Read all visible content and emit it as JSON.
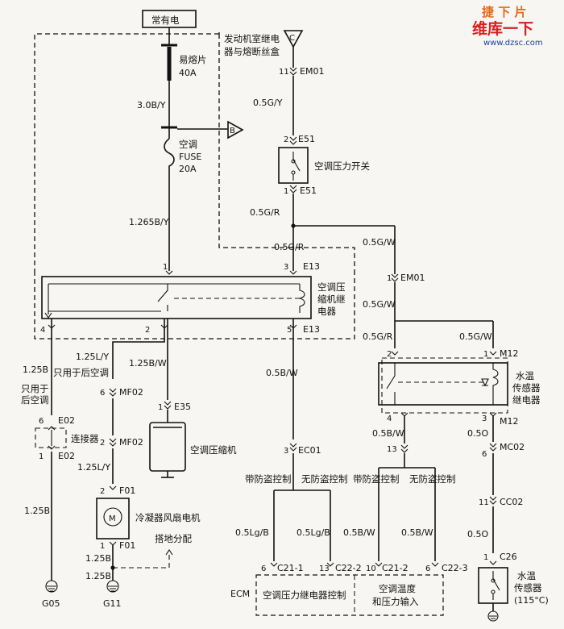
{
  "watermark": {
    "line1": "捷 下 片",
    "line2": "维库一下",
    "url": "www.dzsc.com"
  },
  "power": {
    "always_on": "常有电"
  },
  "fusebox": {
    "line1": "发动机室继电",
    "line2": "器与熔断丝盒"
  },
  "connectors": {
    "C": "C",
    "B": "B"
  },
  "fuse1": {
    "name": "易熔片",
    "rating": "40A"
  },
  "wire_3b": "3.0B/Y",
  "fuse2": {
    "name": "空调",
    "name2": "FUSE",
    "rating": "20A"
  },
  "wire_1265": "1.265B/Y",
  "em01_pin": "11",
  "em01": "EM01",
  "wire_05gy": "0.5G/Y",
  "e51_top_pin": "2",
  "e51_top": "E51",
  "pressure_switch": "空调压力开关",
  "e51_bot_pin": "1",
  "e51_bot": "E51",
  "wire_05gr_a": "0.5G/R",
  "wire_05gr_b": "0.5G/R",
  "wire_05gw_a": "0.5G/W",
  "em01_b_pin": "1",
  "em01_b": "EM01",
  "wire_05gw_b": "0.5G/W",
  "wire_05gr_c": "0.5G/R",
  "wire_05gw_c": "0.5G/W",
  "relay": {
    "pin1": "1",
    "pin3": "3",
    "e13_top": "E13",
    "pin4": "4",
    "pin2": "2",
    "pin5": "5",
    "e13_bot": "E13",
    "name1": "空调压",
    "name2": "缩机继",
    "name3": "电器"
  },
  "m12": {
    "pin2": "2",
    "pin1": "1",
    "top": "M12",
    "pin4": "4",
    "pin3": "3",
    "bot": "M12",
    "name1": "水温",
    "name2": "传感器",
    "name3": "继电器"
  },
  "left": {
    "wire_125b": "1.25B",
    "note1": "只用于",
    "note2": "后空调",
    "e02_pin_top": "6",
    "e02_top": "E02",
    "connector": "连接器",
    "e02_pin_bot": "1",
    "e02_bot": "E02",
    "wire_125b_2": "1.25B",
    "ground": "G05"
  },
  "fan": {
    "wire_125ly": "1.25L/Y",
    "note": "只用于后空调",
    "mf02_pin_top": "6",
    "mf02_top": "MF02",
    "mf02_pin_bot": "2",
    "mf02_bot": "MF02",
    "wire_125ly_2": "1.25L/Y",
    "f01_pin_top": "2",
    "f01_top": "F01",
    "motor_symbol": "M",
    "motor": "冷凝器风扇电机",
    "f01_pin_bot": "1",
    "f01_bot": "F01",
    "ground_note": "搭地分配",
    "wire_125b_a": "1.25B",
    "wire_125b_b": "1.25B",
    "ground": "G11"
  },
  "compressor": {
    "wire_125bw": "1.25B/W",
    "pin": "1",
    "conn": "E35",
    "name": "空调压缩机"
  },
  "ecm_feed": {
    "wire_05bw": "0.5B/W",
    "pin": "3",
    "conn": "EC01"
  },
  "m12_out": {
    "wire_05bw": "0.5B/W",
    "wire_05o": "0.5O",
    "pin13": "13",
    "pin6": "6",
    "mc02": "MC02",
    "pin11": "11",
    "cc02": "CC02",
    "wire_05o_2": "0.5O"
  },
  "options": {
    "with_a": "带防盗控制",
    "without_a": "无防盗控制",
    "with_b": "带防盗控制",
    "without_b": "无防盗控制"
  },
  "ecm": {
    "label": "ECM",
    "wire_lgb_1": "0.5Lg/B",
    "wire_lgb_2": "0.5Lg/B",
    "wire_bw_1": "0.5B/W",
    "wire_bw_2": "0.5B/W",
    "p6": "6",
    "c21_1": "C21-1",
    "p13": "13",
    "c22_2": "C22-2",
    "p10": "10",
    "c21_2": "C21-2",
    "p6b": "6",
    "c22_3": "C22-3",
    "func1": "空调压力继电器控制",
    "func2a": "空调温度",
    "func2b": "和压力输入"
  },
  "sensor": {
    "pin": "1",
    "conn": "C26",
    "name1": "水温",
    "name2": "传感器",
    "spec": "(115°C)"
  }
}
